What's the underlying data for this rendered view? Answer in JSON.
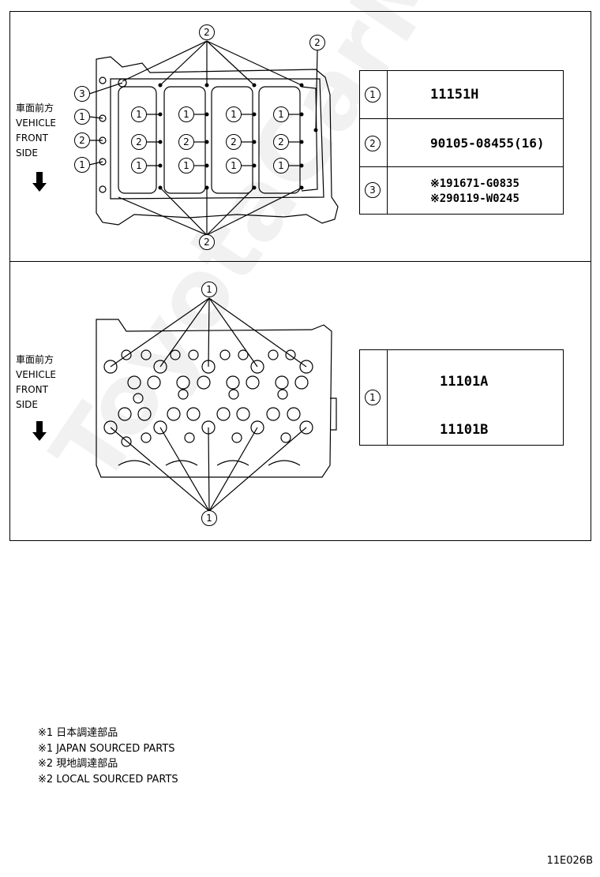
{
  "side_label": {
    "line1": "車面前方",
    "line2": "VEHICLE",
    "line3": "FRONT",
    "line4": "SIDE"
  },
  "callouts": {
    "one": "1",
    "two": "2",
    "three": "3"
  },
  "top_legend": {
    "rows": [
      {
        "num": "1",
        "part": "11151H"
      },
      {
        "num": "2",
        "part": "90105-08455(16)"
      },
      {
        "num": "3",
        "part_a": "※191671-G0835",
        "part_b": "※290119-W0245"
      }
    ]
  },
  "bottom_legend": {
    "num": "1",
    "part_a": "11101A",
    "part_b": "11101B"
  },
  "notes": [
    "※1 日本調達部品",
    "※1 JAPAN SOURCED PARTS",
    "※2 現地調達部品",
    "※2 LOCAL SOURCED PARTS"
  ],
  "diagram_code": "11E026B",
  "watermark": "ToyotaCarMine.ru",
  "colors": {
    "line": "#000000",
    "background": "#ffffff"
  },
  "icons": [
    "down-arrow-icon",
    "bolt-icon",
    "washer-icon"
  ]
}
